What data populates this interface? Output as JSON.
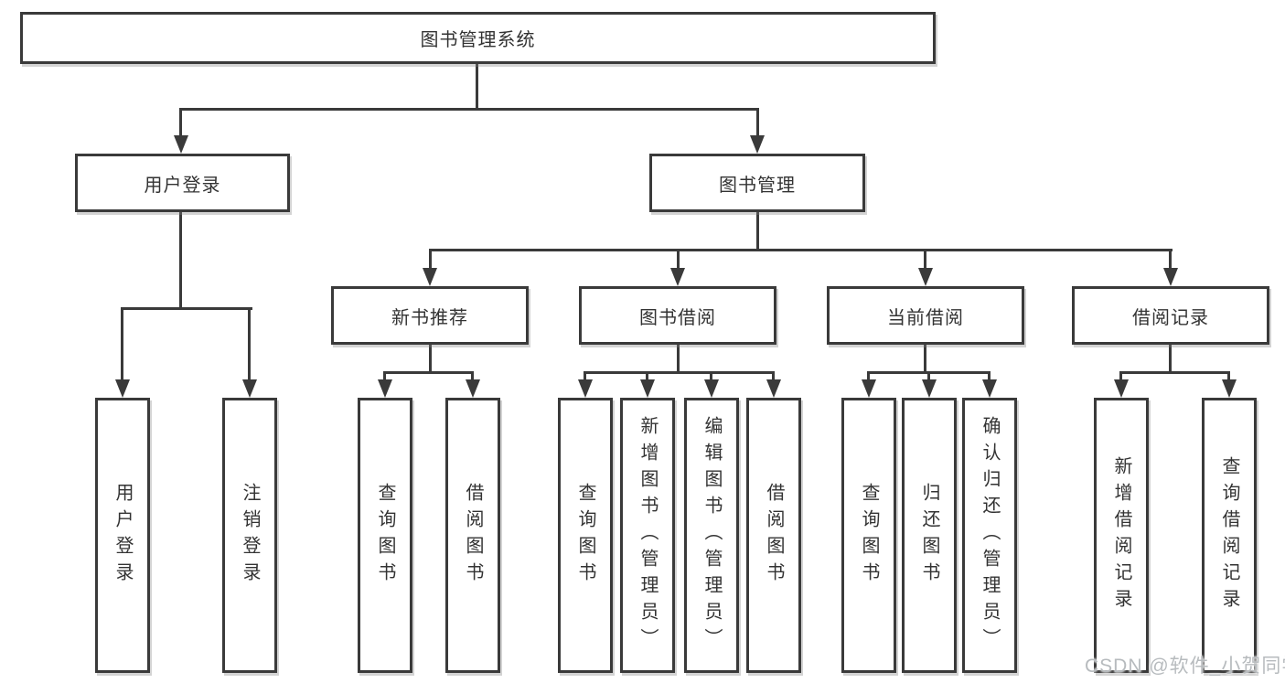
{
  "diagram": {
    "root": {
      "label": "图书管理系统"
    },
    "branches": [
      {
        "label": "用户登录",
        "children": [
          {
            "label": "用户登录"
          },
          {
            "label": "注销登录"
          }
        ]
      },
      {
        "label": "图书管理",
        "children": [
          {
            "label": "新书推荐",
            "children": [
              {
                "label": "查询图书"
              },
              {
                "label": "借阅图书"
              }
            ]
          },
          {
            "label": "图书借阅",
            "children": [
              {
                "label": "查询图书"
              },
              {
                "label": "新增图书（管理员）"
              },
              {
                "label": "编辑图书（管理员）"
              },
              {
                "label": "借阅图书"
              }
            ]
          },
          {
            "label": "当前借阅",
            "children": [
              {
                "label": "查询图书"
              },
              {
                "label": "归还图书"
              },
              {
                "label": "确认归还（管理员）"
              }
            ]
          },
          {
            "label": "借阅记录",
            "children": [
              {
                "label": "新增借阅记录"
              },
              {
                "label": "查询借阅记录"
              }
            ]
          }
        ]
      }
    ]
  },
  "watermark": {
    "text": "CSDN @软件_小贺同学"
  },
  "colors": {
    "line": "#3a3a3a",
    "box_border": "#3a3a3a",
    "text": "#333333",
    "watermark": "#b7bbbe",
    "background": "#ffffff"
  }
}
